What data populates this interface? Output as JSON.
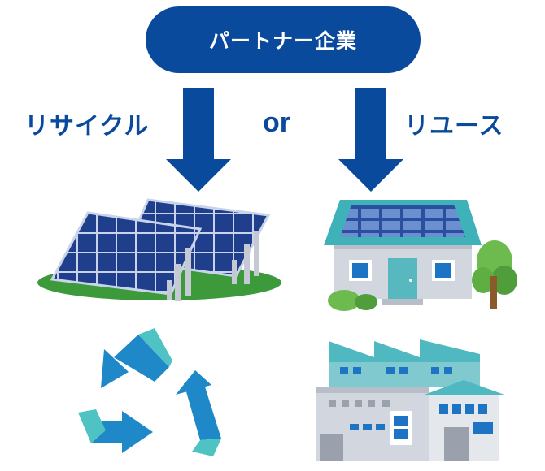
{
  "header": {
    "title": "パートナー企業"
  },
  "options": {
    "left": "リサイクル",
    "separator": "or",
    "right": "リユース"
  },
  "colors": {
    "primary": "#0a4a9c",
    "panel": "#1f3f8c",
    "teal": "#4fb8c0",
    "recycle_blue": "#1e88c8",
    "recycle_teal": "#4fc3c3",
    "grass": "#3c9a3a"
  },
  "icons": [
    "arrow-down-icon",
    "solar-panel-field-icon",
    "solar-house-icon",
    "recycle-icon",
    "factory-icon"
  ]
}
